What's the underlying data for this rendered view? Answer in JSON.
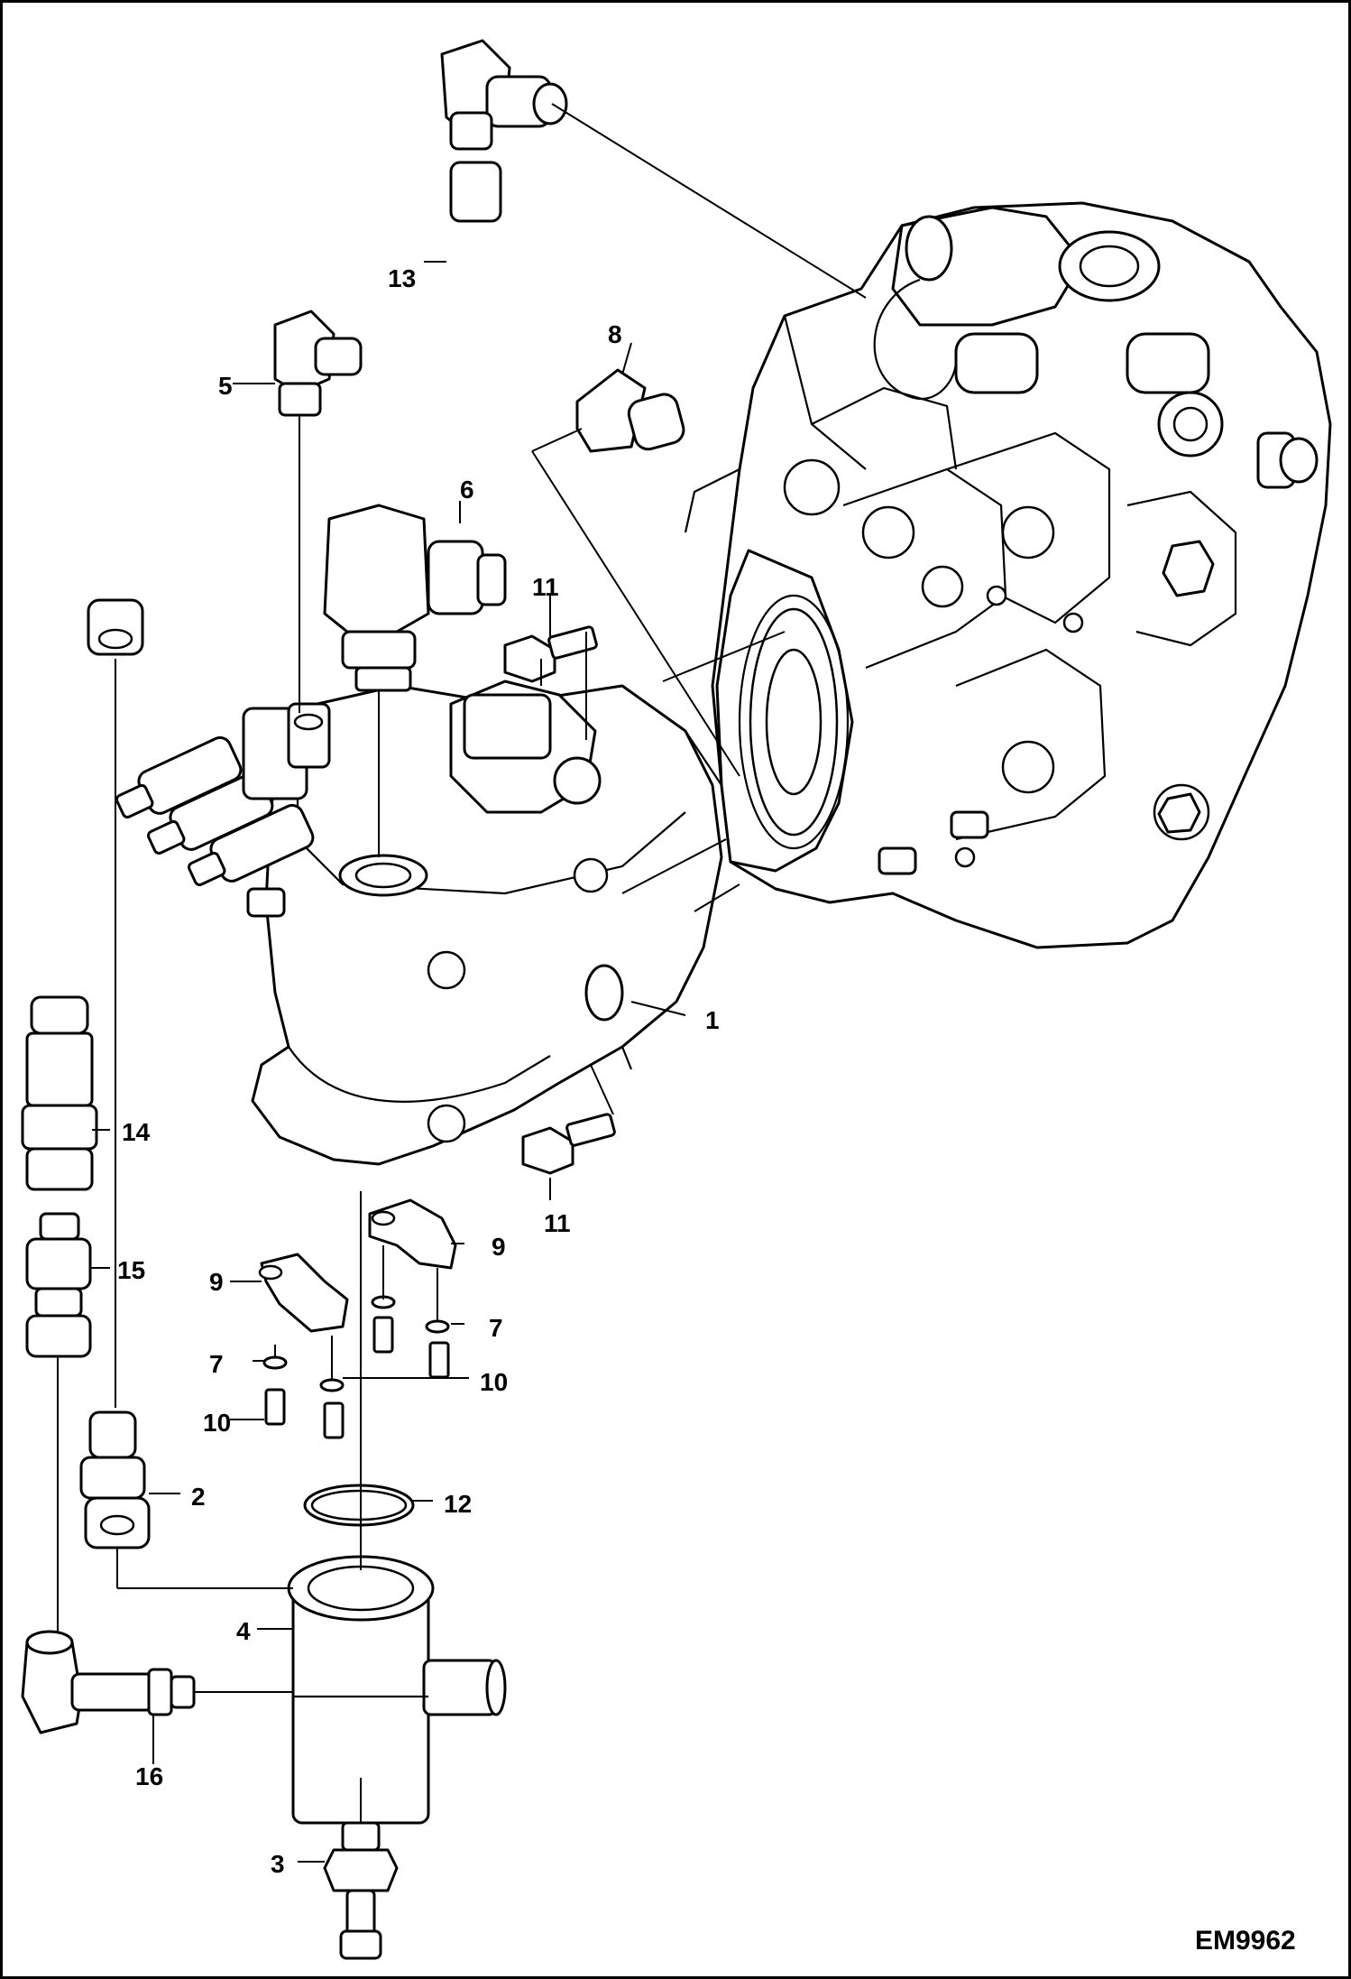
{
  "figure_id": "EM9962",
  "callouts": [
    {
      "id": "c1",
      "label": "1"
    },
    {
      "id": "c2",
      "label": "2"
    },
    {
      "id": "c3",
      "label": "3"
    },
    {
      "id": "c4",
      "label": "4"
    },
    {
      "id": "c5",
      "label": "5"
    },
    {
      "id": "c6",
      "label": "6"
    },
    {
      "id": "c7a",
      "label": "7"
    },
    {
      "id": "c7b",
      "label": "7"
    },
    {
      "id": "c8",
      "label": "8"
    },
    {
      "id": "c9a",
      "label": "9"
    },
    {
      "id": "c9b",
      "label": "9"
    },
    {
      "id": "c10a",
      "label": "10"
    },
    {
      "id": "c10b",
      "label": "10"
    },
    {
      "id": "c11a",
      "label": "11"
    },
    {
      "id": "c11b",
      "label": "11"
    },
    {
      "id": "c12",
      "label": "12"
    },
    {
      "id": "c13",
      "label": "13"
    },
    {
      "id": "c14",
      "label": "14"
    },
    {
      "id": "c15",
      "label": "15"
    },
    {
      "id": "c16",
      "label": "16"
    }
  ]
}
